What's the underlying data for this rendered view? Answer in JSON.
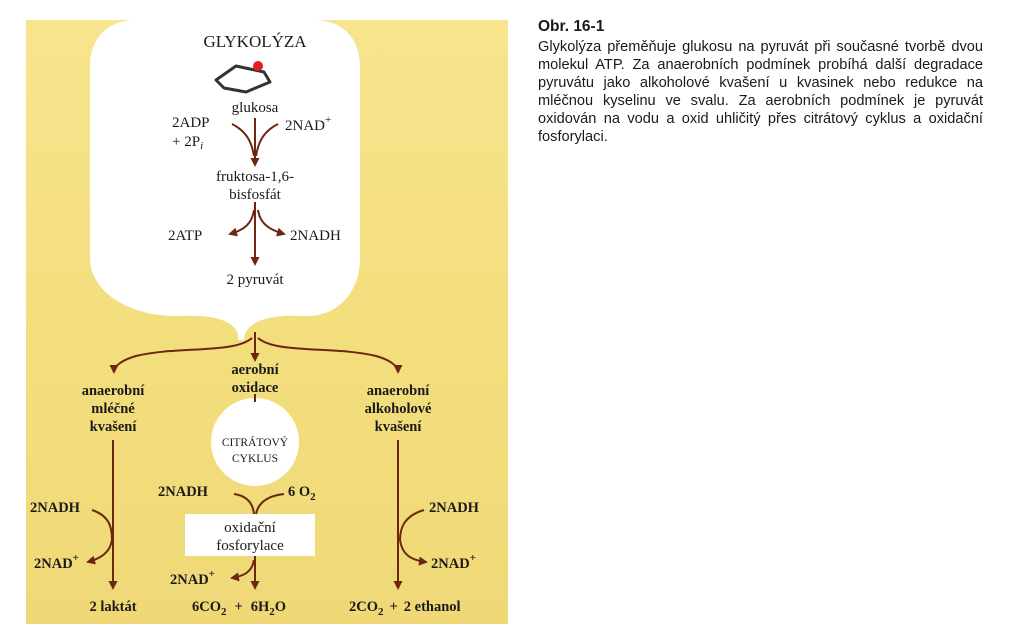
{
  "diagram": {
    "glycolysis": {
      "title": "GLYKOLÝZA",
      "glucose": "glukosa",
      "adp_line1": "2ADP",
      "adp_line2": "+ 2P",
      "adp_sub": "i",
      "nad_in": "2NAD",
      "nad_in_sup": "+",
      "fructose_line1": "fruktosa-1,6-",
      "fructose_line2": "bisfosfát",
      "atp": "2ATP",
      "nadh": "2NADH",
      "pyruvate": "2 pyruvát"
    },
    "anaerobic_lactic": {
      "title_line1": "anaerobní",
      "title_line2": "mléčné",
      "title_line3": "kvašení",
      "nadh": "2NADH",
      "nad": "2NAD",
      "nad_sup": "+",
      "product": "2 laktát"
    },
    "aerobic": {
      "title_line1": "aerobní",
      "title_line2": "oxidace",
      "cycle_line1": "CITRÁTOVÝ",
      "cycle_line2": "CYKLUS",
      "nadh": "2NADH",
      "o2": "6 O",
      "o2_sub": "2",
      "oxphos_line1": "oxidační",
      "oxphos_line2": "fosforylace",
      "nad": "2NAD",
      "nad_sup": "+",
      "product_co2": "6CO",
      "product_co2_sub": "2",
      "plus": "+",
      "product_h2o": "6H",
      "product_h2o_sub": "2",
      "product_h2o_end": "O"
    },
    "anaerobic_alcoholic": {
      "title_line1": "anaerobní",
      "title_line2": "alkoholové",
      "title_line3": "kvašení",
      "nadh": "2NADH",
      "nad": "2NAD",
      "nad_sup": "+",
      "product_co2": "2CO",
      "product_co2_sub": "2",
      "plus": "+",
      "product_ethanol": "2 ethanol"
    }
  },
  "caption": {
    "title": "Obr. 16-1",
    "body": "Glykolýza přeměňuje glukosu na pyruvát při současné tvorbě dvou molekul ATP. Za anaerobních podmínek probíhá další degradace pyruvátu jako alkoholové kvašení u kvasinek nebo redukce na mléčnou kyselinu ve svalu. Za aerobních podmínek je pyruvát oxidován na vodu a oxid uhličitý přes citrátový cyklus a oxidační fosforylaci."
  },
  "colors": {
    "background": "#f3de7d",
    "arrow": "#6e2612",
    "glucose_marker": "#e02020"
  }
}
